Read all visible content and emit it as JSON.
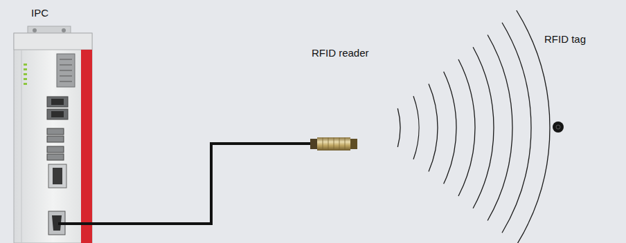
{
  "diagram": {
    "nodes": [
      {
        "text": [
          "IPC"
        ]
      },
      {
        "text": [
          "RFID reader"
        ]
      },
      {
        "text": [
          "RFID tag"
        ]
      }
    ],
    "edges": [
      {
        "from": 0,
        "to": 1,
        "arrow": "none"
      }
    ]
  }
}
